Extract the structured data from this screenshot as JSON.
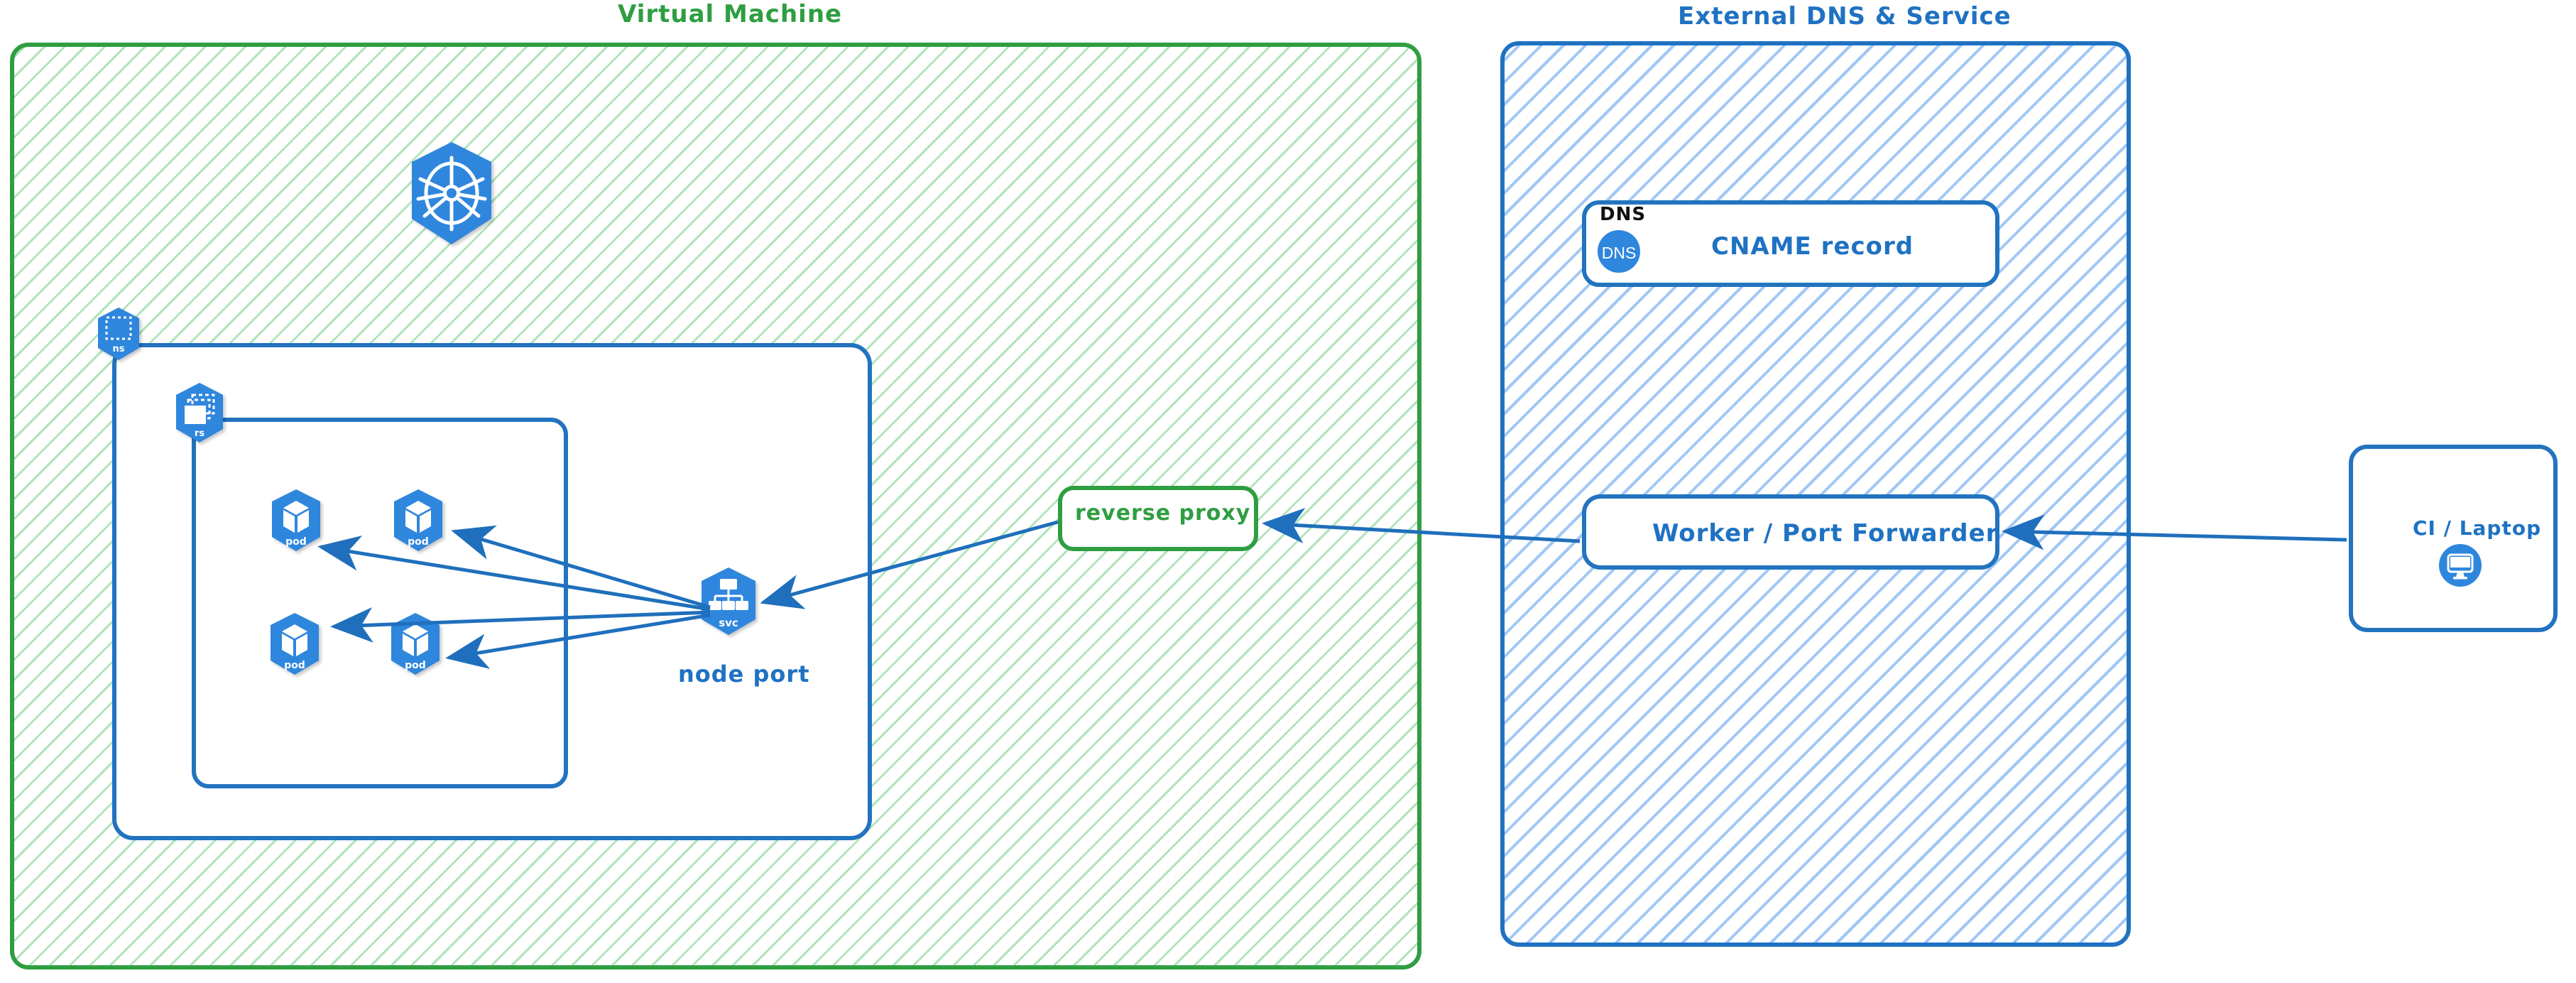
{
  "diagram": {
    "title": "Kubernetes NodePort exposed through reverse proxy and external DNS",
    "groups": [
      {
        "id": "vm",
        "label": "Virtual Machine",
        "color": "#2f9e41"
      },
      {
        "id": "ext",
        "label": "External DNS & Service",
        "color": "#1f72c2"
      }
    ]
  },
  "vm": {
    "title": "Virtual Machine",
    "k8s_logo_name": "kubernetes-logo",
    "namespace": {
      "icon_label": "ns",
      "icon_name": "namespace-icon"
    },
    "replicaset": {
      "icon_label": "rs",
      "icon_name": "replicaset-icon"
    },
    "pods": [
      {
        "label": "pod"
      },
      {
        "label": "pod"
      },
      {
        "label": "pod"
      },
      {
        "label": "pod"
      }
    ],
    "service": {
      "icon_label": "svc",
      "caption": "node port"
    },
    "reverse_proxy": {
      "label": "reverse proxy"
    }
  },
  "external": {
    "title": "External DNS & Service",
    "dns_card": {
      "type_label": "DNS",
      "badge_label": "DNS",
      "record": "CNAME record"
    },
    "worker_card": {
      "label": "Worker / Port Forwarder"
    }
  },
  "client": {
    "label": "CI / Laptop",
    "icon_name": "monitor-icon"
  },
  "edges": [
    {
      "from": "ci-laptop",
      "to": "worker-port-forwarder",
      "direction": "left"
    },
    {
      "from": "worker-port-forwarder",
      "to": "reverse-proxy",
      "direction": "left"
    },
    {
      "from": "reverse-proxy",
      "to": "service-node-port",
      "direction": "left"
    },
    {
      "from": "service-node-port",
      "to": "pod-1",
      "direction": "left"
    },
    {
      "from": "service-node-port",
      "to": "pod-2",
      "direction": "left"
    },
    {
      "from": "service-node-port",
      "to": "pod-3",
      "direction": "left"
    },
    {
      "from": "service-node-port",
      "to": "pod-4",
      "direction": "left"
    }
  ],
  "colors": {
    "green": "#2f9e41",
    "blue": "#1f72c2",
    "k8s_blue": "#2f86dd",
    "arrow": "#1f6fbc",
    "black": "#12100f"
  }
}
